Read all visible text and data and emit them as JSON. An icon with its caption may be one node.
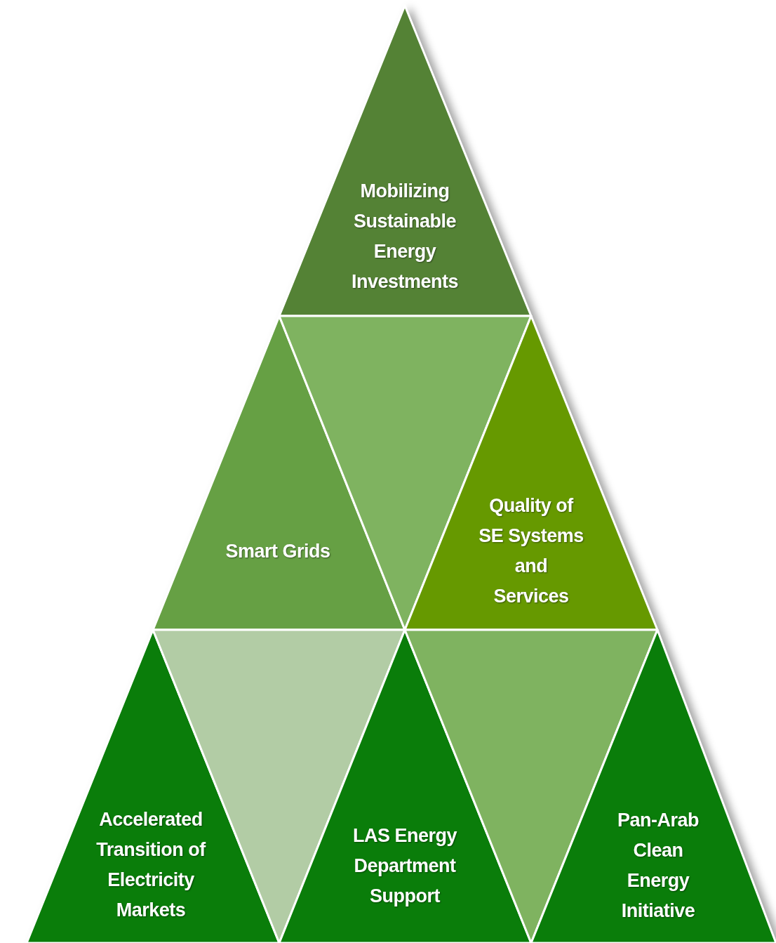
{
  "diagram": {
    "nodes": [
      {
        "text": [
          "Mobilizing Sustainable Energy Investments"
        ]
      },
      {
        "text": [
          "Smart Grids"
        ]
      },
      {
        "text": [],
        "shape": "triangle"
      },
      {
        "text": [
          "Quality of SE Systems and Services"
        ]
      },
      {
        "text": [
          "Accelerated Transition of Electricity Markets"
        ]
      },
      {
        "text": [],
        "shape": "triangle"
      },
      {
        "text": [
          "LAS Energy Department Support"
        ]
      },
      {
        "text": [],
        "shape": "triangle"
      },
      {
        "text": [
          "Pan-Arab Clean Energy Initiative"
        ]
      }
    ]
  }
}
